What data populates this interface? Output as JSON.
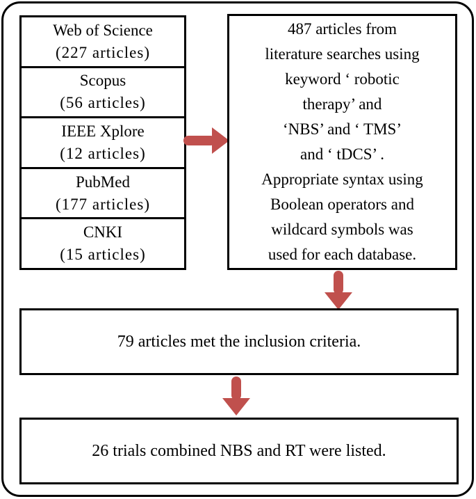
{
  "diagram": {
    "type": "flowchart",
    "colors": {
      "arrow": "#c0504d",
      "border": "#000000",
      "background": "#ffffff"
    },
    "database_stack": {
      "items": [
        {
          "name": "Web of Science",
          "count": "(227 articles)"
        },
        {
          "name": "Scopus",
          "count": "(56 articles)"
        },
        {
          "name": "IEEE Xplore",
          "count": "(12 articles)"
        },
        {
          "name": "PubMed",
          "count": "(177 articles)"
        },
        {
          "name": "CNKI",
          "count": "(15 articles)"
        }
      ]
    },
    "search_summary_box": {
      "lines": [
        "487 articles from",
        "literature searches using",
        "keyword ‘ robotic",
        "therapy’ and",
        "‘NBS’ and ‘ TMS’",
        "and ‘ tDCS’ .",
        "Appropriate syntax using",
        "Boolean operators and",
        "wildcard symbols was",
        "used for each database."
      ]
    },
    "inclusion_box": {
      "text": "79 articles met the inclusion criteria."
    },
    "final_box": {
      "text": "26 trials combined NBS and RT were listed."
    }
  }
}
